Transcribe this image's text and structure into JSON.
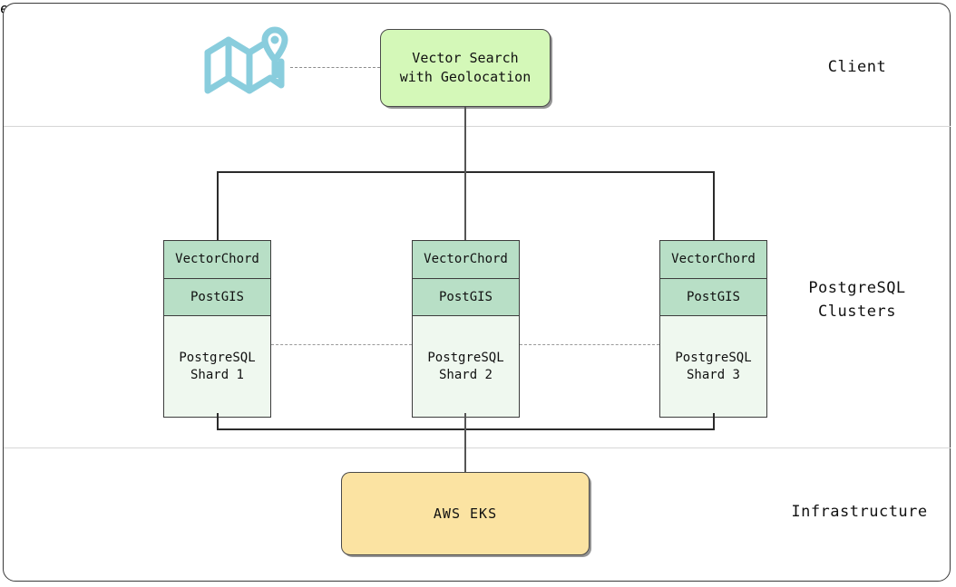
{
  "diagram": {
    "lanes": [
      {
        "id": "client",
        "label": "Client"
      },
      {
        "id": "postgresql-clusters",
        "label": "PostgreSQL\nClusters"
      },
      {
        "id": "infrastructure",
        "label": "Infrastructure"
      }
    ],
    "client": {
      "map_icon_name": "map-location-icon",
      "entrypoint": {
        "label": "Vector Search\nwith Geolocation",
        "fill": "#d4f8b8"
      }
    },
    "clusters": {
      "shards": [
        {
          "id": "shard-1",
          "extension_vector": "VectorChord",
          "extension_geo": "PostGIS",
          "database": "PostgreSQL\nShard 1"
        },
        {
          "id": "shard-2",
          "extension_vector": "VectorChord",
          "extension_geo": "PostGIS",
          "database": "PostgreSQL\nShard 2"
        },
        {
          "id": "shard-3",
          "extension_vector": "VectorChord",
          "extension_geo": "PostGIS",
          "database": "PostgreSQL\nShard 3"
        }
      ],
      "header_fill": "#b8dfc6",
      "body_fill": "#eff8ef"
    },
    "infrastructure": {
      "platform": {
        "label": "AWS EKS",
        "fill": "#fbe3a2"
      }
    },
    "colors": {
      "map_icon": "#89cddd",
      "connector": "#555555",
      "bracket": "#2b2b2b",
      "dashed": "#8c8c8c",
      "frame_border": "#3a3a3a",
      "lane_divider": "#d6d6d6"
    }
  }
}
